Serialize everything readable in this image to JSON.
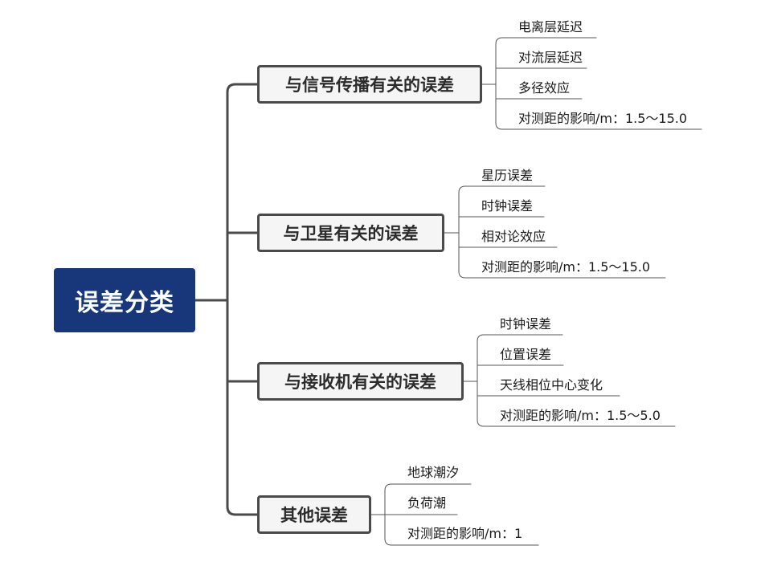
{
  "root": {
    "label": "误差分类"
  },
  "branches": [
    {
      "label": "与信号传播有关的误差",
      "items": [
        "电离层延迟",
        "对流层延迟",
        "多径效应",
        "对测距的影响/m：1.5～15.0"
      ]
    },
    {
      "label": "与卫星有关的误差",
      "items": [
        "星历误差",
        "时钟误差",
        "相对论效应",
        "对测距的影响/m：1.5～15.0"
      ]
    },
    {
      "label": "与接收机有关的误差",
      "items": [
        "时钟误差",
        "位置误差",
        "天线相位中心变化",
        "对测距的影响/m：1.5～5.0"
      ]
    },
    {
      "label": "其他误差",
      "items": [
        "地球潮汐",
        "负荷潮",
        "对测距的影响/m：1"
      ]
    }
  ],
  "colors": {
    "root_fill": "#17377a",
    "branch_border": "#4a4a4a",
    "branch_fill": "#f5f5f5",
    "connector": "#4a4a4a",
    "leaf_connector": "#555555"
  }
}
